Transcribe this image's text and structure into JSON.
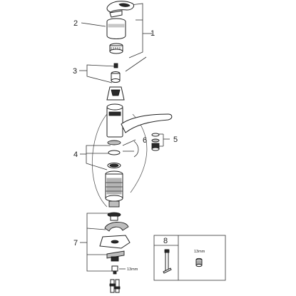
{
  "callouts": {
    "handle_set": "1",
    "cap": "2",
    "cartridge_set": "3",
    "seals": "4",
    "aerator": "5",
    "spout_seal": "6",
    "mounting_set": "7",
    "tool_kit": "8"
  },
  "annotations": {
    "bolt_wrench_size": "13mm",
    "tool_wrench_size": "13mm"
  }
}
